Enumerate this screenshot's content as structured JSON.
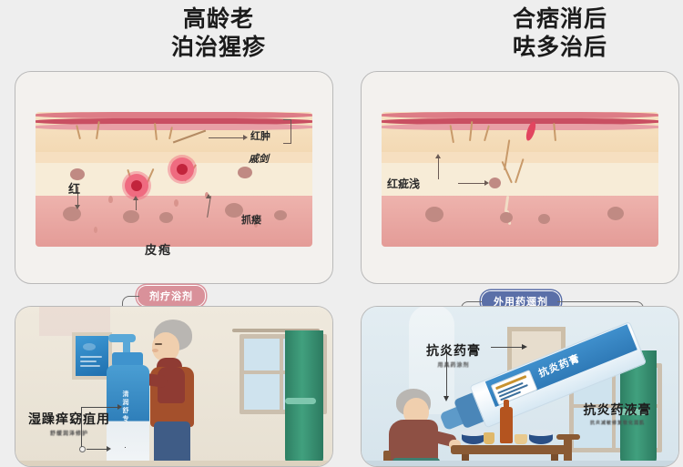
{
  "page": {
    "background": "#eeeeee",
    "accent_left": "#b8787f",
    "accent_right": "#3e4f86"
  },
  "headings": {
    "left": {
      "line1": "高龄老",
      "line2": "泊治猩疹"
    },
    "right": {
      "line1": "合痞消后",
      "line2": "呿多治后"
    }
  },
  "panels": {
    "top_left": {
      "name": "affected-skin-cross-section",
      "labels": [
        {
          "id": "redness",
          "text": "红肿"
        },
        {
          "id": "erosion",
          "text": "戚剑"
        },
        {
          "id": "red",
          "text": "红"
        },
        {
          "id": "blister",
          "text": "皮疱"
        },
        {
          "id": "scratch",
          "text": "抓瘘"
        }
      ]
    },
    "top_right": {
      "name": "healed-skin-cross-section",
      "labels": [
        {
          "id": "faded-redness",
          "text": "红疵浅"
        }
      ]
    },
    "bottom_left": {
      "name": "bath-lotion-scene",
      "badge": "剂疗浴剂",
      "product_label": {
        "main": "湿躁痒窈疽用",
        "sub": "舒缓润泽修护"
      },
      "bottle_text": "清润舒专"
    },
    "bottom_right": {
      "name": "topical-ointment-scene",
      "badge": "外用药逦剂",
      "labels": [
        {
          "id": "ointment",
          "main": "抗炎药膏",
          "sub": "用具药涂剂"
        },
        {
          "id": "ointment-cream",
          "main": "抗炎药液膏",
          "sub": "抗炎减敏修复软化润肌"
        }
      ],
      "tube_text": "抗炎药膏"
    }
  },
  "colors": {
    "epidermis": "#f3d9b4",
    "dermis": "#f7ecd7",
    "hypodermis": "#e8a9a5",
    "vessel": "#d9606f",
    "inflammation": "#e0566b",
    "badge_left": "#d9919a",
    "badge_right": "#5a6fa8",
    "curtain": "#2e7f63"
  }
}
